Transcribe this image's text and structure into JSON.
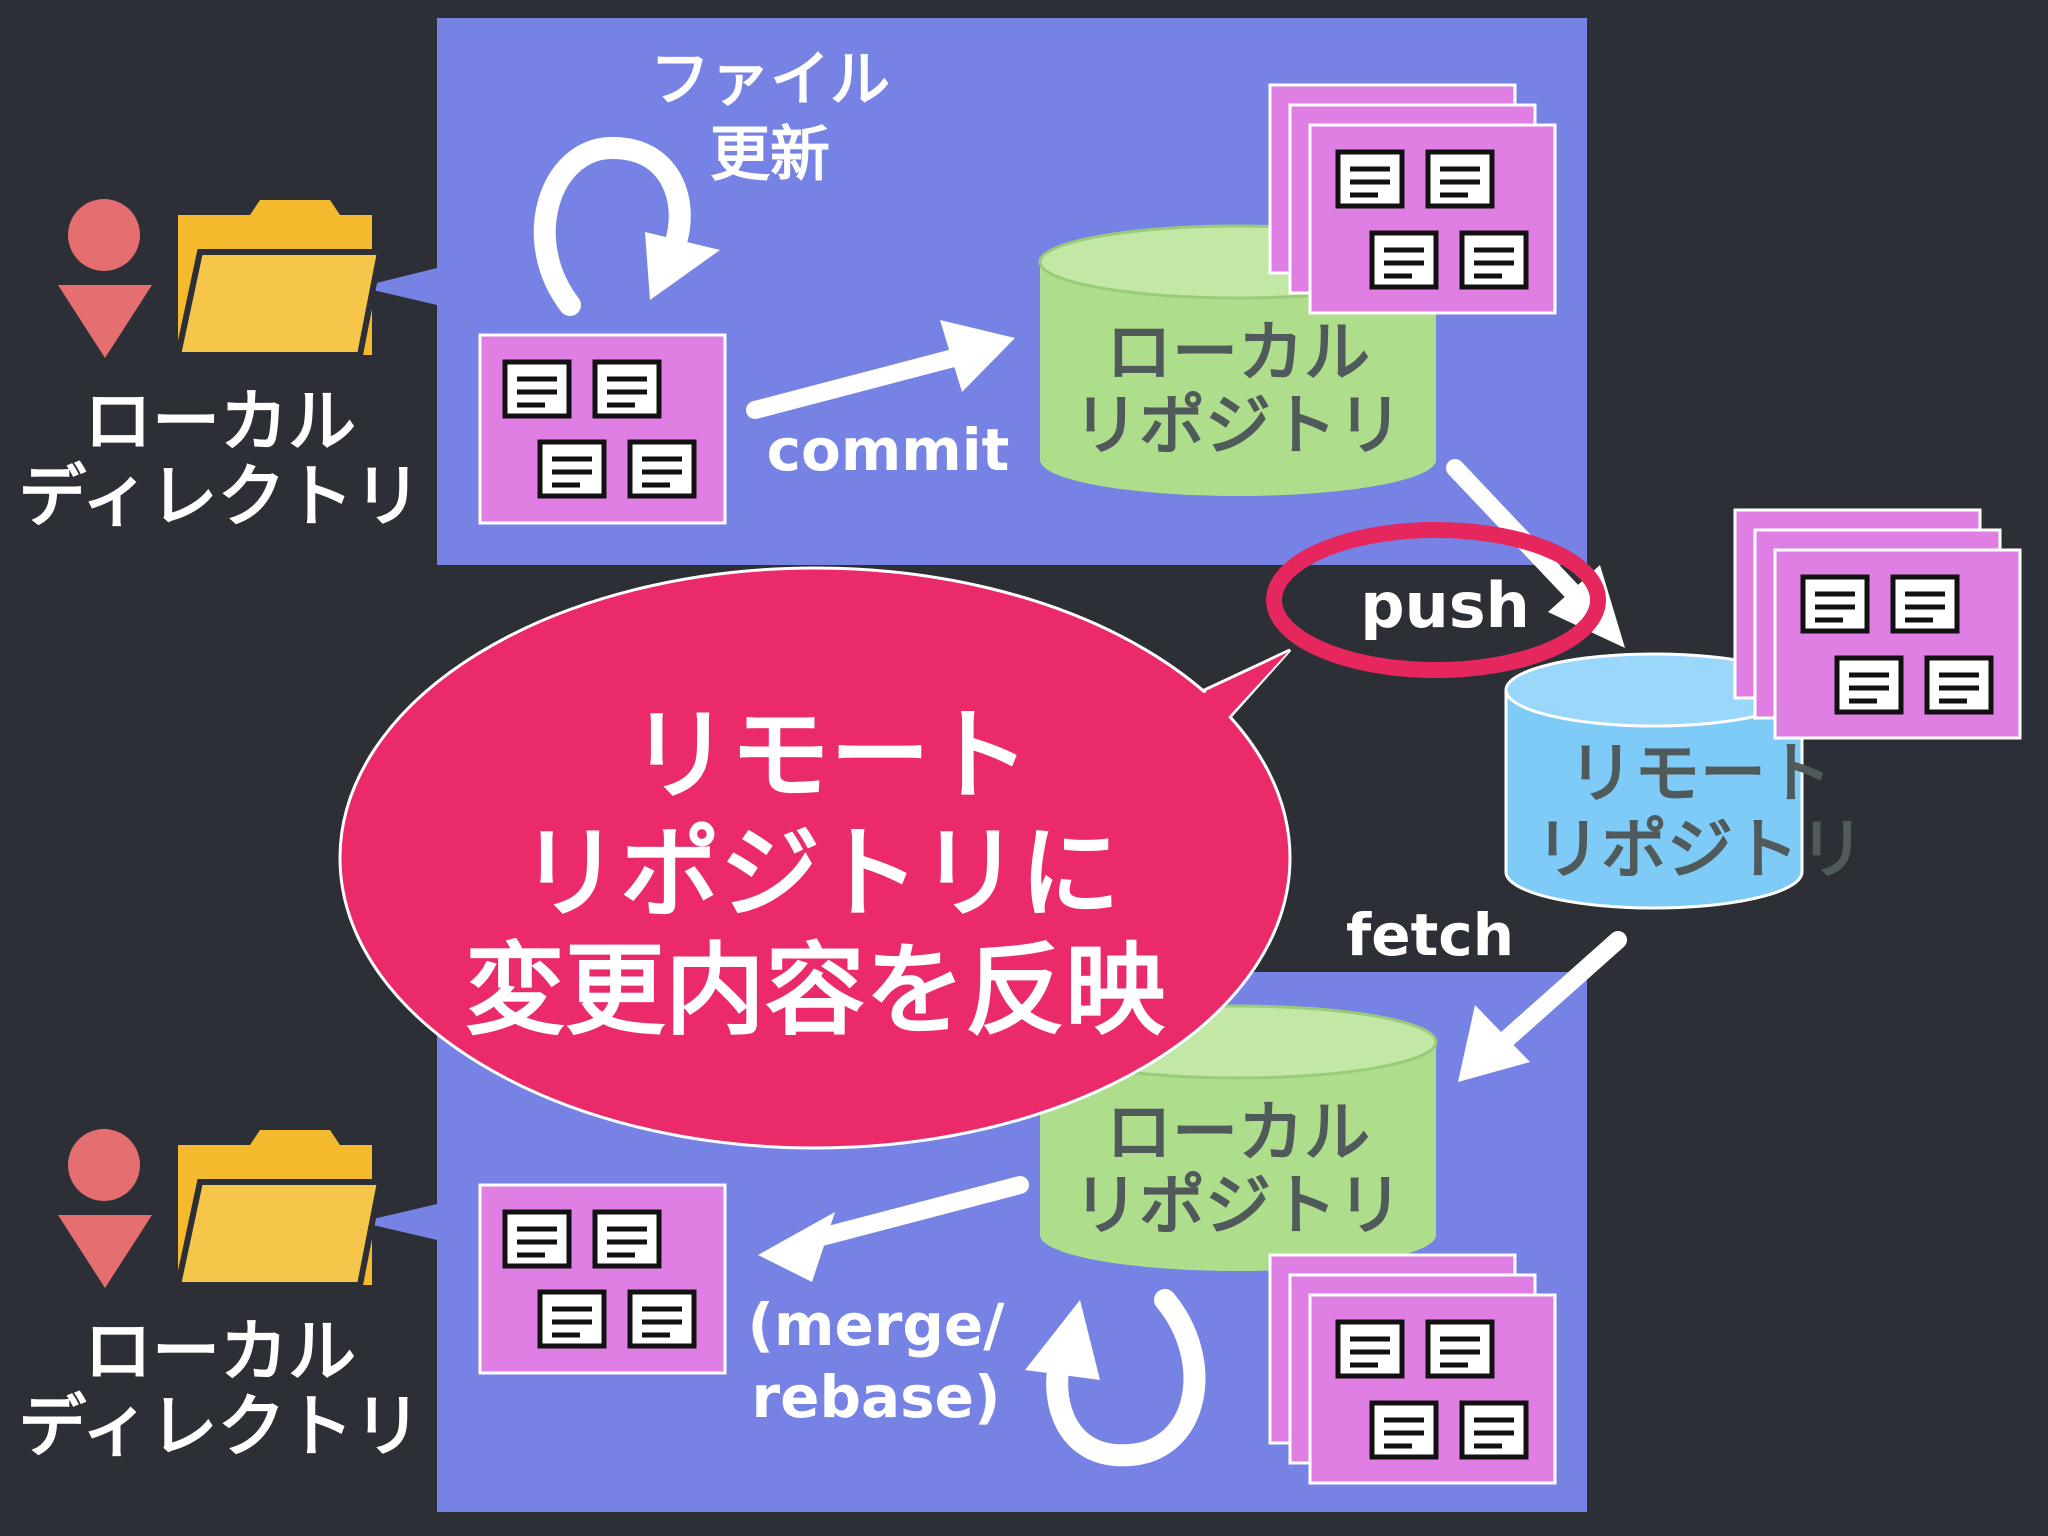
{
  "top_panel": {
    "file_update_label": [
      "ファイル",
      "更新"
    ],
    "commit_label": "commit"
  },
  "bottom_panel": {
    "merge_label": [
      "(merge/",
      "rebase)"
    ]
  },
  "local_directory_label": [
    "ローカル",
    "ディレクトリ"
  ],
  "local_repository_label": [
    "ローカル",
    "リポジトリ"
  ],
  "remote_repository_label": [
    "リモート",
    "リポジトリ"
  ],
  "push_label": "push",
  "fetch_label": "fetch",
  "callout_text": [
    "リモート",
    "リポジトリに",
    "変更内容を反映"
  ],
  "colors": {
    "background": "#2c2f35",
    "panel": "#7683e4",
    "local_repo": "#aede8c",
    "remote_repo": "#7ecbf8",
    "file_card": "#e07fe3",
    "callout": "#eb2a6a",
    "folder": "#f4b92d",
    "person": "#e56f70",
    "text_light": "#ffffff",
    "text_dark": "#505a5a"
  }
}
